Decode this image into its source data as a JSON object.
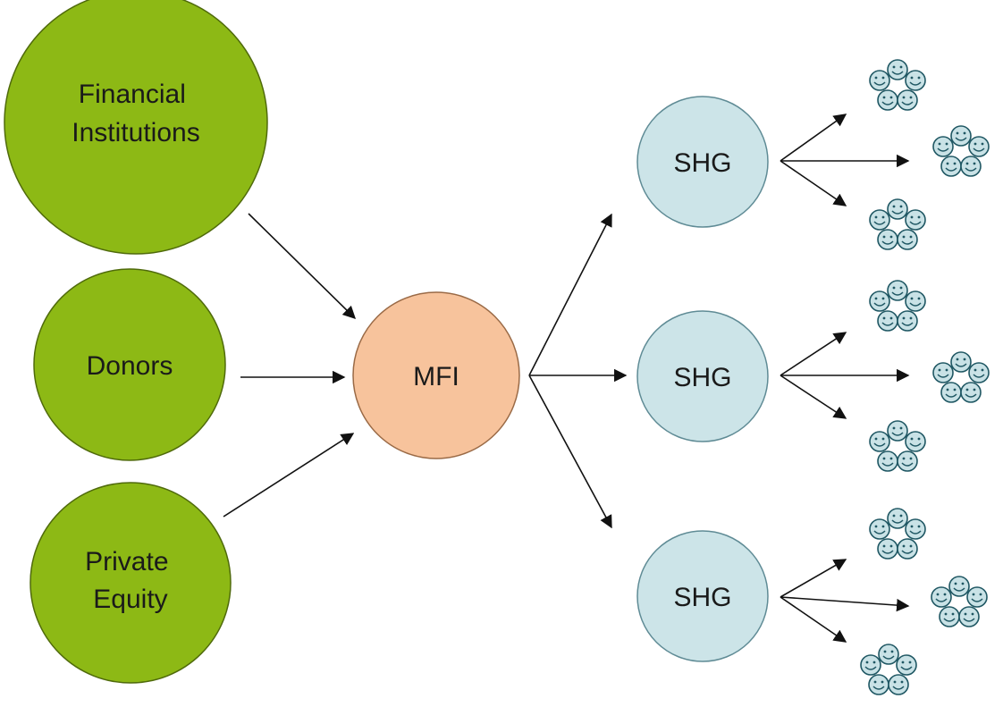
{
  "diagram": {
    "sources": [
      {
        "label_lines": [
          "Financial",
          "Institutions"
        ]
      },
      {
        "label_lines": [
          "Donors"
        ]
      },
      {
        "label_lines": [
          "Private",
          "Equity"
        ]
      }
    ],
    "hub": {
      "label": "MFI"
    },
    "groups": [
      {
        "label": "SHG"
      },
      {
        "label": "SHG"
      },
      {
        "label": "SHG"
      }
    ],
    "colors": {
      "source_fill": "#8db915",
      "source_stroke": "#4f6a0b",
      "hub_fill": "#f7c39c",
      "hub_stroke": "#9a6a46",
      "group_fill": "#cce4e8",
      "group_stroke": "#5f8b95",
      "face_fill": "#c9e2e6",
      "face_stroke": "#1f5763"
    },
    "icons": {
      "member_cluster": "smiley-face-cluster-icon"
    }
  }
}
